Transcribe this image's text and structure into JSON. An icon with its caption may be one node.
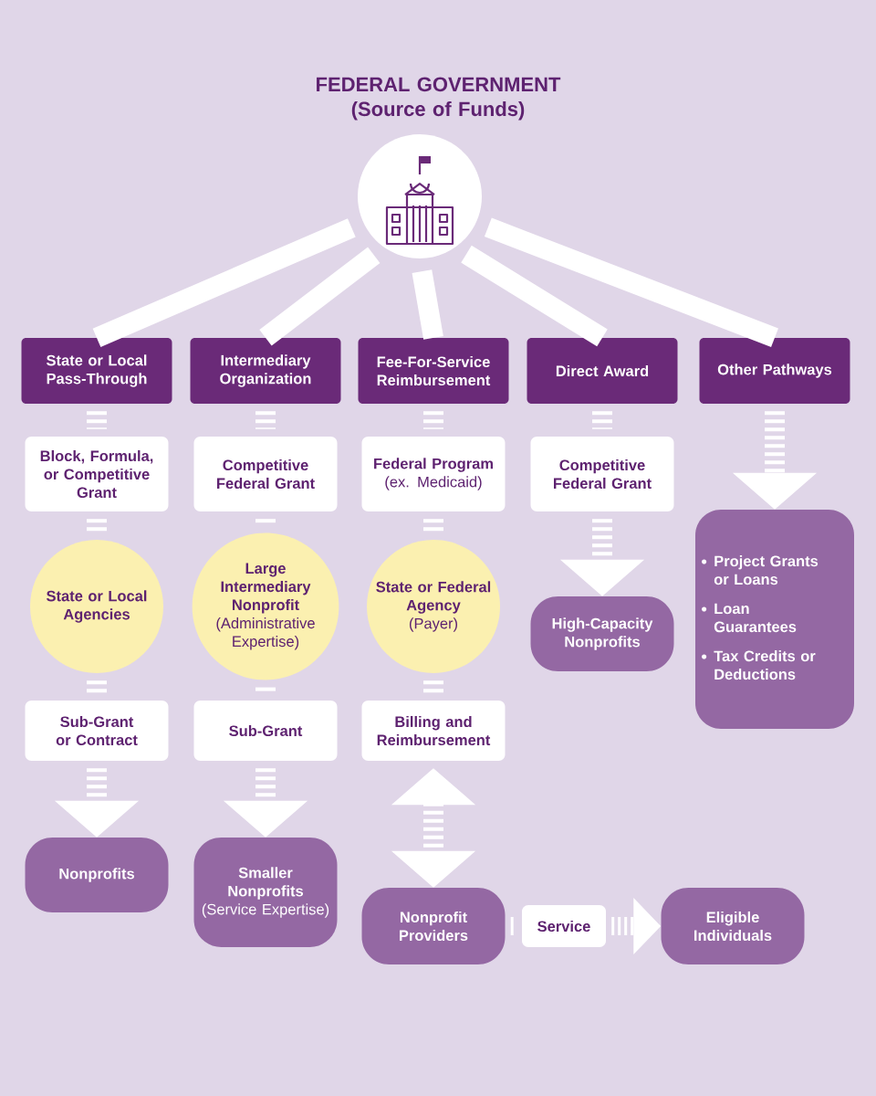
{
  "diagram": {
    "title": "FEDERAL GOVERNMENT (Source of Funds)",
    "nodes": [
      {
        "text": [],
        "shape": "circle"
      },
      {
        "text": [
          "State or Local Pass-Through"
        ]
      },
      {
        "text": [
          "Intermediary Organization"
        ]
      },
      {
        "text": [
          "Fee-For-Service Reimbursement"
        ]
      },
      {
        "text": [
          "Direct Award"
        ]
      },
      {
        "text": [
          "Other Pathways"
        ]
      },
      {
        "text": [
          "Block, Formula, or Competitive Grant"
        ]
      },
      {
        "text": [
          "Competitive Federal Grant"
        ]
      },
      {
        "text": [
          "Federal Program",
          "(ex. Medicaid)"
        ]
      },
      {
        "text": [
          "Competitive Federal Grant"
        ]
      },
      {
        "text": [
          "Project Grants or Loans",
          "Loan Guarantees",
          "Tax Credits or Deductions"
        ]
      },
      {
        "text": [
          "State or Local Agencies"
        ]
      },
      {
        "text": [
          "Large Intermediary Nonprofit",
          "(Administrative Expertise)"
        ]
      },
      {
        "text": [
          "State or Federal Agency",
          "(Payer)"
        ]
      },
      {
        "text": [
          "High-Capacity Nonprofits"
        ]
      },
      {
        "text": [
          "Sub-Grant or Contract"
        ]
      },
      {
        "text": [
          "Sub-Grant"
        ]
      },
      {
        "text": [
          "Billing and Reimbursement"
        ]
      },
      {
        "text": [
          "Nonprofits"
        ]
      },
      {
        "text": [
          "Smaller Nonprofits",
          "(Service Expertise)"
        ]
      },
      {
        "text": [
          "Nonprofit Providers"
        ]
      },
      {
        "text": [
          "Service"
        ]
      },
      {
        "text": [
          "Eligible Individuals"
        ]
      }
    ],
    "edges": [
      {
        "from": 0,
        "to": 1,
        "arrow": "none"
      },
      {
        "from": 0,
        "to": 2,
        "arrow": "none"
      },
      {
        "from": 0,
        "to": 3,
        "arrow": "none"
      },
      {
        "from": 0,
        "to": 4,
        "arrow": "none"
      },
      {
        "from": 0,
        "to": 5,
        "arrow": "none"
      },
      {
        "from": 1,
        "to": 6,
        "arrow": "none",
        "style": "dashed"
      },
      {
        "from": 2,
        "to": 7,
        "arrow": "none",
        "style": "dashed"
      },
      {
        "from": 3,
        "to": 8,
        "arrow": "none",
        "style": "dashed"
      },
      {
        "from": 4,
        "to": 9,
        "arrow": "none",
        "style": "dashed"
      },
      {
        "from": 5,
        "to": 10,
        "arrow": "to",
        "style": "dashed"
      },
      {
        "from": 6,
        "to": 11,
        "arrow": "none",
        "style": "dashed"
      },
      {
        "from": 7,
        "to": 12,
        "arrow": "none",
        "style": "dashed"
      },
      {
        "from": 8,
        "to": 13,
        "arrow": "none",
        "style": "dashed"
      },
      {
        "from": 9,
        "to": 14,
        "arrow": "to",
        "style": "dashed"
      },
      {
        "from": 11,
        "to": 15,
        "arrow": "none",
        "style": "dashed"
      },
      {
        "from": 12,
        "to": 16,
        "arrow": "none",
        "style": "dashed"
      },
      {
        "from": 13,
        "to": 17,
        "arrow": "none",
        "style": "dashed"
      },
      {
        "from": 15,
        "to": 18,
        "arrow": "to",
        "style": "dashed"
      },
      {
        "from": 16,
        "to": 19,
        "arrow": "to",
        "style": "dashed"
      },
      {
        "from": 17,
        "to": 20,
        "arrow": "both",
        "style": "dashed"
      },
      {
        "from": 20,
        "to": 21,
        "arrow": "none",
        "style": "dashed"
      },
      {
        "from": 21,
        "to": 22,
        "arrow": "to",
        "style": "dashed"
      }
    ]
  }
}
